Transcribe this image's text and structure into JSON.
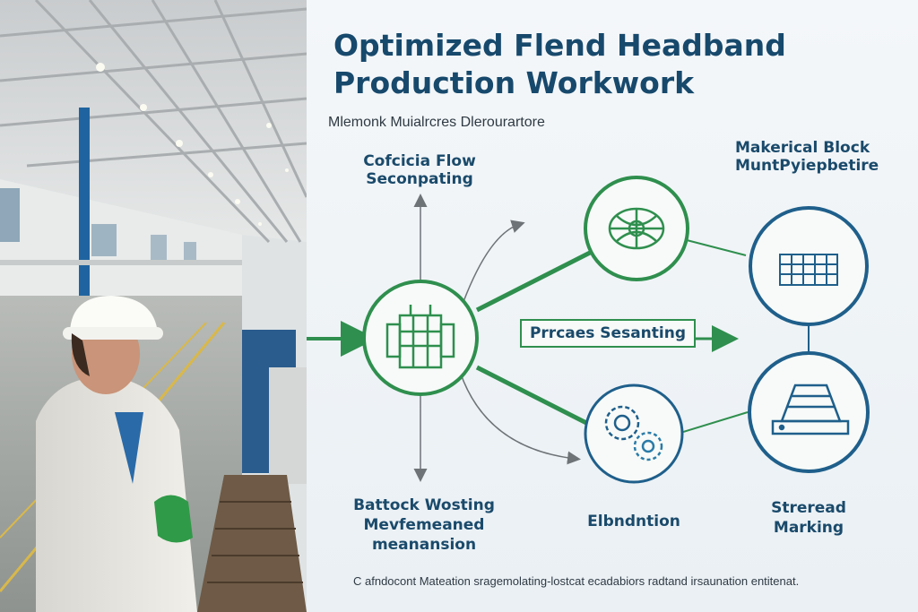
{
  "title_line1": "Optimized Flend Headband",
  "title_line2": "Production Workwork",
  "subtitle": "Mlemonk Muialrcres Dlerourartore",
  "labels": {
    "top_left_1": "Cofcicia Flow",
    "top_left_2": "Seconpating",
    "top_right_1": "Makerical Block",
    "top_right_2": "MuntPyiepbetire",
    "center_process": "Prrcaes Sesanting",
    "bottom_left_1": "Battock Wosting",
    "bottom_left_2": "Mevfemeaned",
    "bottom_left_3": "meanansion",
    "bottom_mid": "Elbndntion",
    "bottom_right_1": "Streread",
    "bottom_right_2": "Marking"
  },
  "footer": "C afndocont Mateation sragemolating-lostcat ecadabiors radtand irsaunation entitenat.",
  "icons": {
    "center": "factory-building-icon",
    "top": "machinery-icon",
    "bottom": "gears-icon",
    "right_top": "grid-panel-icon",
    "right_bottom": "conveyor-platform-icon"
  },
  "colors": {
    "green": "#2f8f4e",
    "blue": "#1f5f8b",
    "title": "#17496c"
  }
}
